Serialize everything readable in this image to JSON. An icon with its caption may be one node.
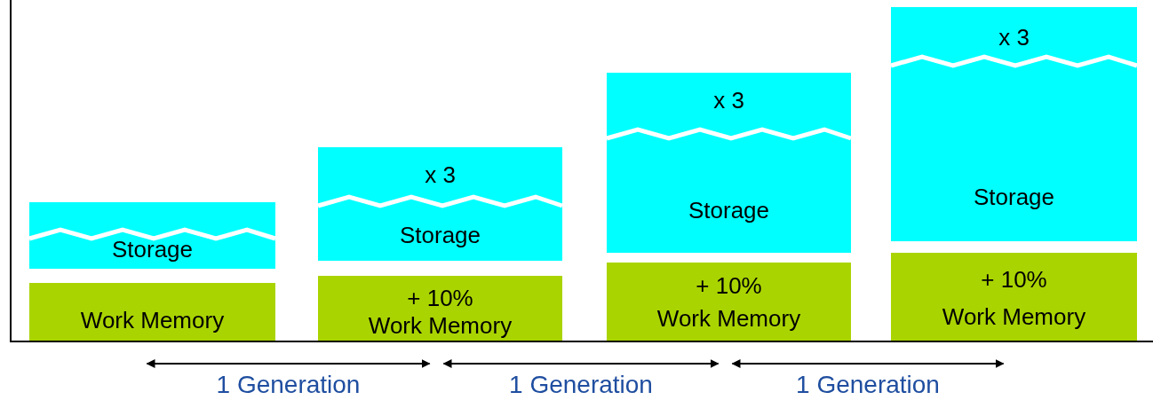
{
  "diagram": {
    "nodes": [
      {
        "text": [
          "Storage"
        ]
      },
      {
        "text": [
          "Work Memory"
        ]
      },
      {
        "text": [
          "x 3",
          "Storage"
        ]
      },
      {
        "text": [
          "+ 10%",
          "Work Memory"
        ]
      },
      {
        "text": [
          "x 3",
          "Storage"
        ]
      },
      {
        "text": [
          "+ 10%",
          "Work Memory"
        ]
      },
      {
        "text": [
          "x 3",
          "Storage"
        ]
      },
      {
        "text": [
          "+ 10%",
          "Work Memory"
        ]
      }
    ],
    "edges": [
      {
        "from": 1,
        "to": 3,
        "arrow": "both",
        "label": "1 Generation"
      },
      {
        "from": 3,
        "to": 5,
        "arrow": "both",
        "label": "1 Generation"
      },
      {
        "from": 5,
        "to": 7,
        "arrow": "both",
        "label": "1 Generation"
      }
    ]
  }
}
